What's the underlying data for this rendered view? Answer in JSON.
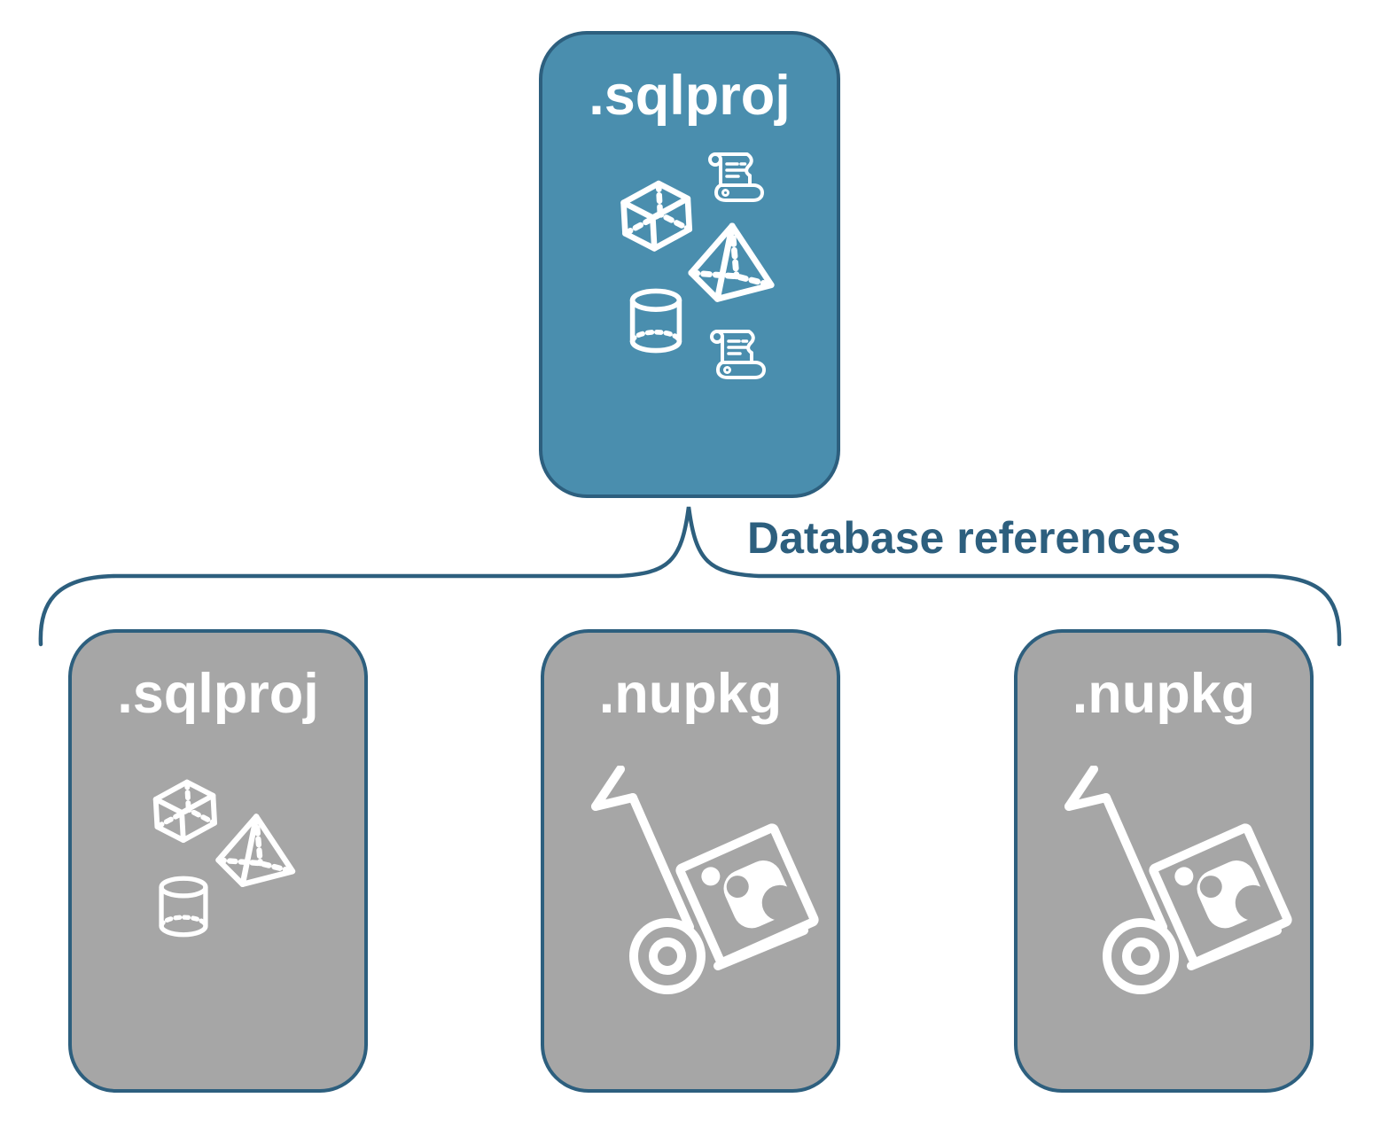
{
  "connector": {
    "label": "Database references"
  },
  "nodes": {
    "root": {
      "label": ".sqlproj",
      "icons": [
        "script-scroll-icon",
        "cube-icon",
        "pyramid-icon",
        "cylinder-icon",
        "script-scroll-icon"
      ]
    },
    "children": [
      {
        "label": ".sqlproj",
        "icons": [
          "cube-icon",
          "pyramid-icon",
          "cylinder-icon"
        ]
      },
      {
        "label": ".nupkg",
        "icons": [
          "package-dolly-icon"
        ]
      },
      {
        "label": ".nupkg",
        "icons": [
          "package-dolly-icon"
        ]
      }
    ]
  },
  "colors": {
    "background": "#ffffff",
    "root_node_fill": "#4a8eae",
    "child_node_fill": "#a6a6a6",
    "outline": "#2d5f7e",
    "node_label_text": "#ffffff",
    "connector_label_text": "#2d5f7e",
    "icon_ink": "#ffffff"
  }
}
